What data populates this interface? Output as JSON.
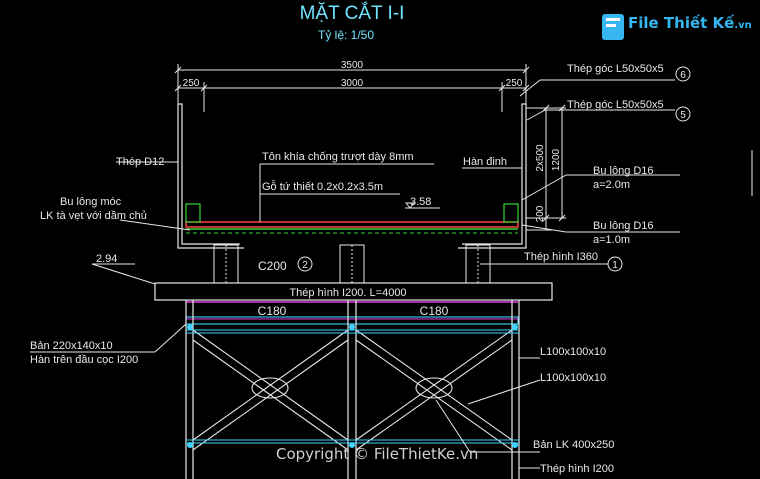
{
  "title": "MẶT CẮT I-I",
  "scale": "Tỷ lệ: 1/50",
  "dimensions": {
    "overall": "3500",
    "inner": "3000",
    "left_edge": "250",
    "right_edge": "250",
    "height_total": "2x500",
    "height_inner": "1200",
    "height_bottom": "200"
  },
  "levels": {
    "deck": "3.58",
    "pier_top": "2.94"
  },
  "labels": {
    "top_plate": "Tôn khía chống trượt dày 8mm",
    "timber": "Gỗ tứ thiết 0.2x0.2x3.5m",
    "rebar": "Thép D12",
    "weld": "Hàn đinh",
    "angle_steel_1": "Thép góc L50x50x5",
    "angle_steel_2": "Thép góc L50x50x5",
    "bolt_hook_1": "Bu lông móc",
    "bolt_hook_2": "LK tà vẹt với dầm chủ",
    "bolt_a1": "Bu lông D16",
    "bolt_a1_spacing": "a=2.0m",
    "bolt_a2": "Bu lông D16",
    "bolt_a2_spacing": "a=1.0m",
    "i_beam_360": "Thép hình I360",
    "channel_c200": "C200",
    "i_beam_200": "Thép hình I200. L=4000",
    "channel_c180_left": "C180",
    "channel_c180_right": "C180",
    "plate_1": "Bản 220x140x10",
    "plate_2": "Hàn trên đầu cọc I200",
    "angle_l100_1": "L100x100x10",
    "angle_l100_2": "L100x100x10",
    "plate_lk": "Bản LK 400x250",
    "i_beam_lower": "Thép hình I200"
  },
  "callouts": {
    "c1": "1",
    "c2": "2",
    "c5": "5",
    "c6": "6"
  },
  "watermark": {
    "logo": "File Thiết Kế",
    "logo_suffix": ".vn",
    "copyright": "Copyright © FileThietKe.vn"
  },
  "colors": {
    "background": "#000000",
    "lines": "#e8e8e8",
    "title": "#6fe3ff",
    "structure_cyan": "#3fd2ff",
    "deck_red": "#ff4040",
    "deck_green": "#37d437",
    "beam_magenta": "#e03ce6"
  }
}
